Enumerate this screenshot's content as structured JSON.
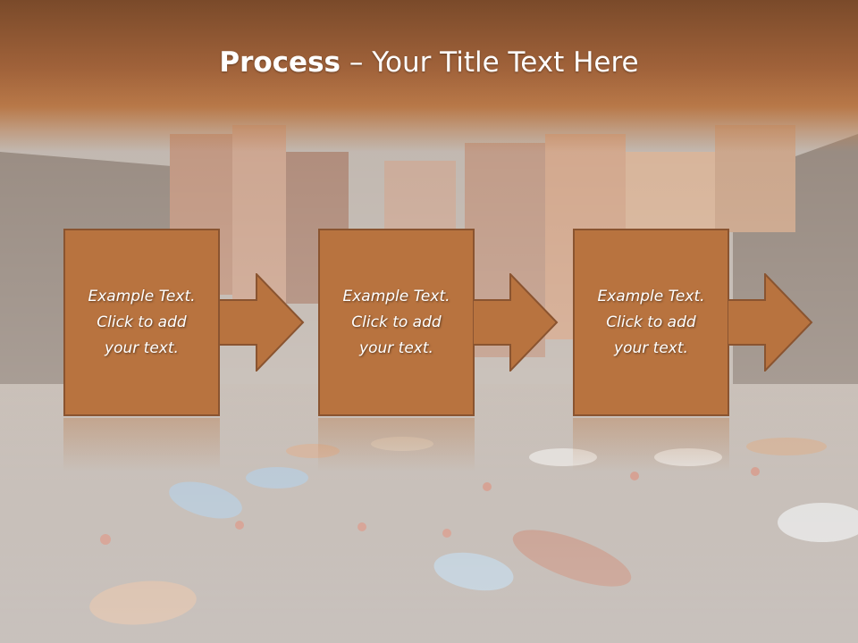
{
  "title": {
    "bold": "Process",
    "rest": " – Your Title Text Here"
  },
  "steps": [
    {
      "text": "Example Text.\nClick  to add\nyour text."
    },
    {
      "text": "Example Text.\nClick  to add\nyour text."
    },
    {
      "text": "Example Text.\nClick  to add\nyour text."
    }
  ],
  "colors": {
    "step_fill": "#b8733f",
    "step_border": "#8a5430",
    "title_band": "#a0623a"
  }
}
